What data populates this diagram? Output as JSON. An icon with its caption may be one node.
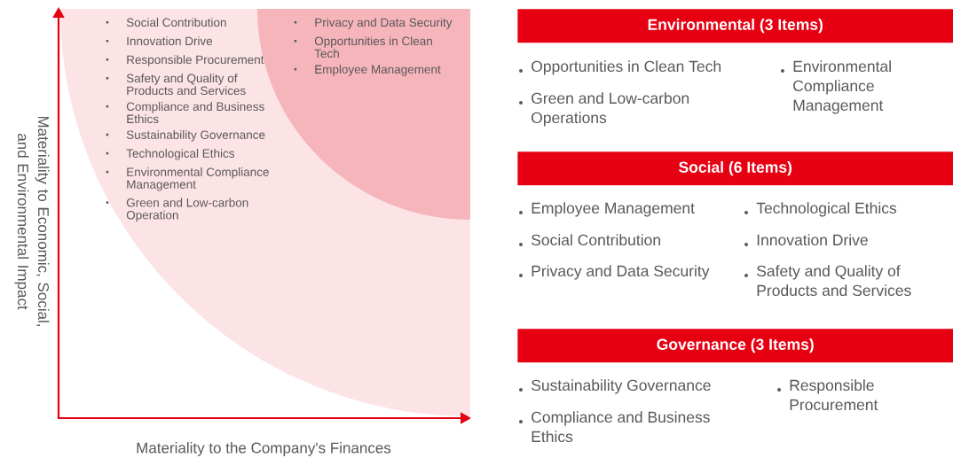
{
  "diagram": {
    "nodes": [
      {
        "text": [
          "Social Contribution",
          "Innovation Drive",
          "Responsible Procurement",
          "Safety and Quality of Products and Services",
          "Compliance and Business Ethics",
          "Sustainability Governance",
          "Technological Ethics",
          "Environmental Compliance Management",
          "Green and Low-carbon Operation"
        ]
      },
      {
        "text": [
          "Privacy and Data Security",
          "Opportunities in Clean Tech",
          "Employee Management"
        ],
        "in": 0
      },
      {
        "text": [
          "Environmental (3 Items)"
        ]
      },
      {
        "text": [
          "Social (6 Items)"
        ]
      },
      {
        "text": [
          "Governance (3 Items)"
        ]
      }
    ],
    "labels": [
      "Materiality to Economic, Social, and Environmental Impact",
      "Materiality to the Company's Finances",
      "Opportunities in Clean Tech",
      "Environmental Compliance Management",
      "Green and Low-carbon Operations",
      "Employee Management",
      "Technological Ethics",
      "Social Contribution",
      "Innovation Drive",
      "Privacy and Data Security",
      "Safety and Quality of Products and Services",
      "Sustainability Governance",
      "Responsible Procurement",
      "Compliance and Business Ethics"
    ]
  }
}
